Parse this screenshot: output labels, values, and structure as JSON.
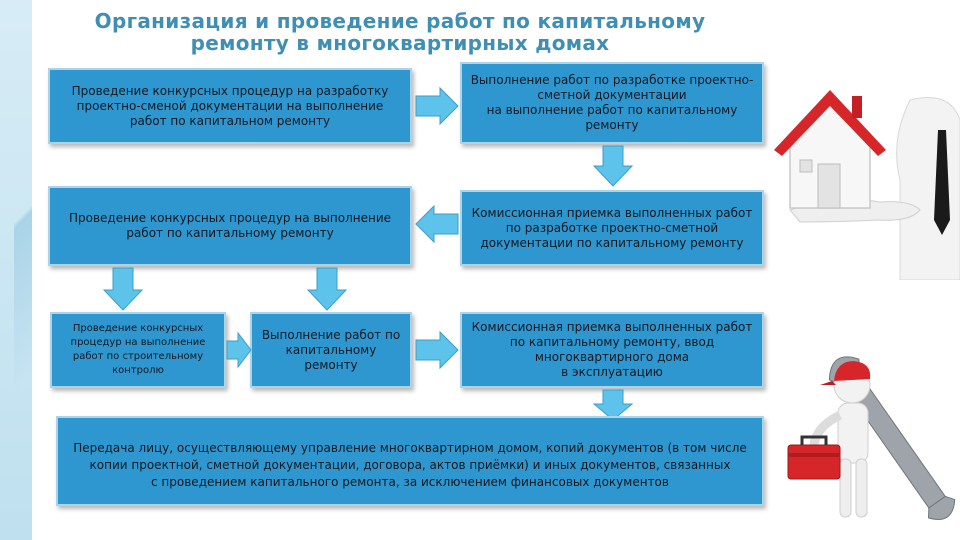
{
  "title": "Организация и проведение работ по капитальному\nремонту в многоквартирных домах",
  "boxes": {
    "contest_design_docs": "Проведение конкурсных процедур на разработку\nпроектно-сменой документации на выполнение\nработ по капитальном ремонту",
    "design_docs_work": "Выполнение работ по разработке  проектно-\nсметной документации\nна выполнение работ по капитальному\nремонту",
    "contest_repair_work": "Проведение конкурсных процедур на выполнение\nработ по капитальному ремонту",
    "acceptance_design_docs": "Комиссионная приемка выполненных работ\nпо разработке проектно-сметной\nдокументации по капитальному ремонту",
    "contest_construction_control": "Проведение конкурсных\nпроцедур на выполнение\nработ по строительному\nконтролю",
    "repair_work": "Выполнение работ по\nкапитальному ремонту",
    "acceptance_repair": "Комиссионная приемка выполненных работ\nпо капитальному ремонту, ввод\nмногоквартирного дома\nв эксплуатацию",
    "handover": "Передача лицу, осуществляющему управление многоквартирном домом, копий документов (в том числе\nкопии проектной, сметной документации, договора, актов приёмки) и иных документов, связанных\nс проведением капитального ремонта, за исключением финансовых документов"
  },
  "colors": {
    "box_fill": "#2f97d0",
    "arrow_fill": "#5ec3ea",
    "title": "#3f8fb4"
  },
  "icons": [
    "house-with-hand-illustration",
    "repairman-with-toolbox-illustration"
  ]
}
